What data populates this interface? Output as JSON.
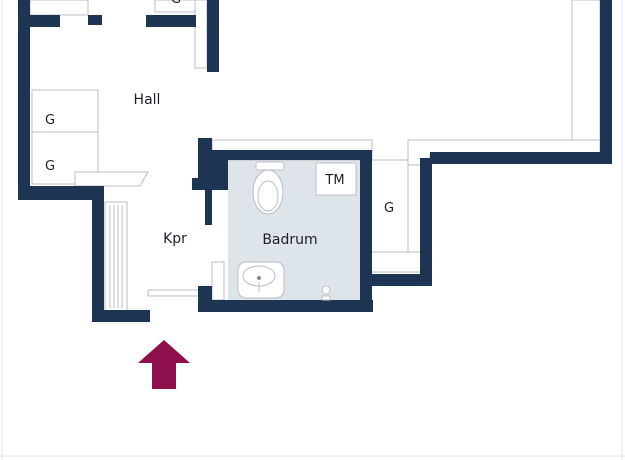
{
  "rooms": {
    "hall": "Hall",
    "kpr": "Kpr",
    "badrum": "Badrum"
  },
  "storage": {
    "g_top": "G",
    "g_mid": "G",
    "g_bottom": "G",
    "g_right": "G"
  },
  "fixtures": {
    "tm": "TM"
  },
  "colors": {
    "wall": "#1d3552",
    "bathroom_floor": "#dde4ea",
    "cabinet_stroke": "#b9bec4",
    "entrance_arrow": "#8e0f4c"
  },
  "icons": {
    "entrance": "entrance-arrow-icon",
    "toilet": "toilet-icon",
    "sink": "sink-icon",
    "floor_drain": "floor-drain-icon",
    "radiator": "radiator-icon"
  }
}
